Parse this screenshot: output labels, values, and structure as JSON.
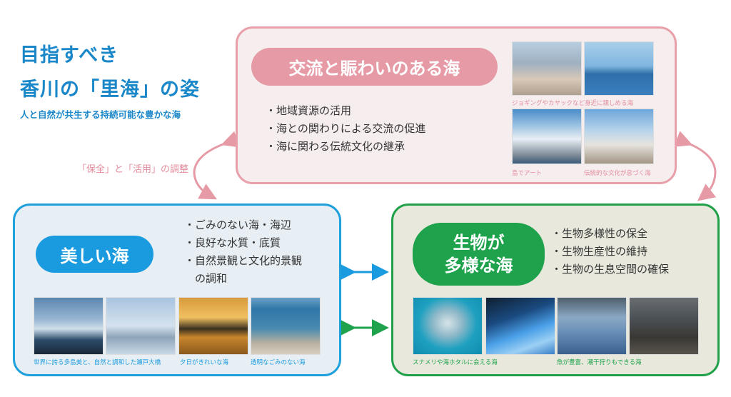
{
  "header": {
    "title_line1": "目指すべき",
    "title_line2": "香川の「里海」の姿",
    "subtitle": "人と自然が共生する持続可能な豊かな海"
  },
  "balance_label": "「保全」と「活用」の調整",
  "colors": {
    "pink": "#e69aa6",
    "blue": "#1a9be0",
    "green": "#1ea24b",
    "title": "#1a87c9"
  },
  "exchange": {
    "title": "交流と賑わいのある海",
    "bullets": [
      "・地域資源の活用",
      "・海との関わりによる交流の促進",
      "・海に関わる伝統文化の継承"
    ],
    "photos": [
      {
        "caption": "ジョギングやカヤックなど身近に親しめる海"
      },
      {
        "caption": ""
      },
      {
        "caption": "島でアート"
      },
      {
        "caption": "伝統的な文化が息づく海"
      }
    ]
  },
  "beautiful": {
    "title": "美しい海",
    "bullets": [
      "・ごみのない海・海辺",
      "・良好な水質・底質",
      "・自然景観と文化的景観",
      "　の調和"
    ],
    "captions": [
      "世界に誇る多島美と、自然と調和した瀬戸大橋",
      "夕日がきれいな海",
      "透明なごみのない海"
    ]
  },
  "biodiverse": {
    "title_line1": "生物が",
    "title_line2": "多様な海",
    "bullets": [
      "・生物多様性の保全",
      "・生物生産性の維持",
      "・生物の生息空間の確保"
    ],
    "captions": [
      "スナメリや海ホタルに会える海",
      "魚が豊富、潮干狩りもできる海"
    ]
  }
}
